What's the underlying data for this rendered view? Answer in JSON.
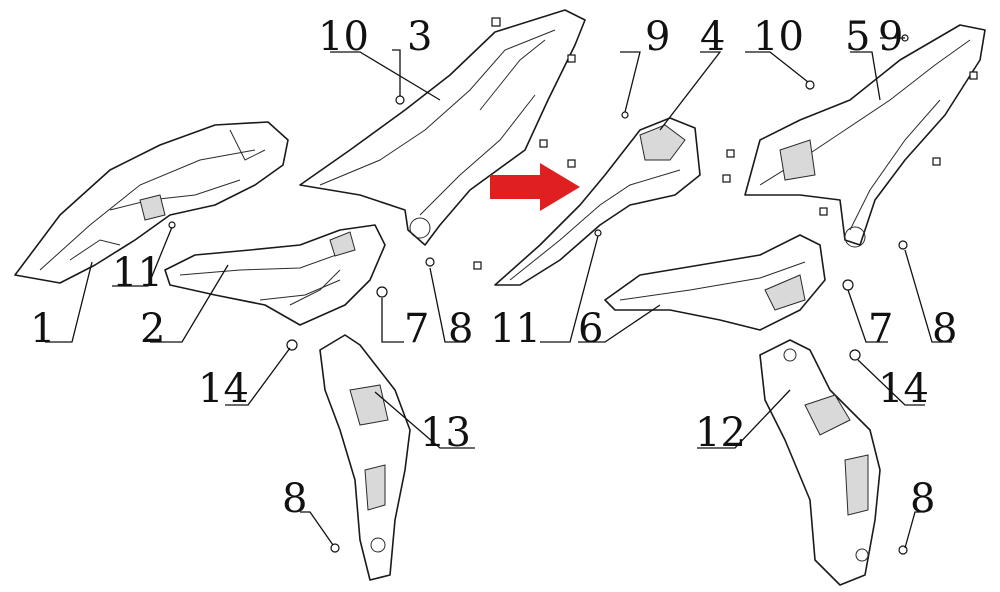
{
  "diagram": {
    "colors": {
      "line": "#1a1a1a",
      "arrow": "#e02020",
      "background": "#ffffff"
    },
    "callouts": [
      {
        "id": "c1",
        "text": "1"
      },
      {
        "id": "c2",
        "text": "2"
      },
      {
        "id": "c3",
        "text": "3"
      },
      {
        "id": "c4",
        "text": "4"
      },
      {
        "id": "c5",
        "text": "5"
      },
      {
        "id": "c6",
        "text": "6"
      },
      {
        "id": "c7a",
        "text": "7"
      },
      {
        "id": "c7b",
        "text": "7"
      },
      {
        "id": "c8a",
        "text": "8"
      },
      {
        "id": "c8b",
        "text": "8"
      },
      {
        "id": "c8c",
        "text": "8"
      },
      {
        "id": "c8d",
        "text": "8"
      },
      {
        "id": "c9a",
        "text": "9"
      },
      {
        "id": "c9b",
        "text": "9"
      },
      {
        "id": "c10a",
        "text": "10"
      },
      {
        "id": "c10b",
        "text": "10"
      },
      {
        "id": "c11a",
        "text": "11"
      },
      {
        "id": "c11b",
        "text": "11"
      },
      {
        "id": "c12",
        "text": "12"
      },
      {
        "id": "c13",
        "text": "13"
      },
      {
        "id": "c14a",
        "text": "14"
      },
      {
        "id": "c14b",
        "text": "14"
      }
    ]
  }
}
